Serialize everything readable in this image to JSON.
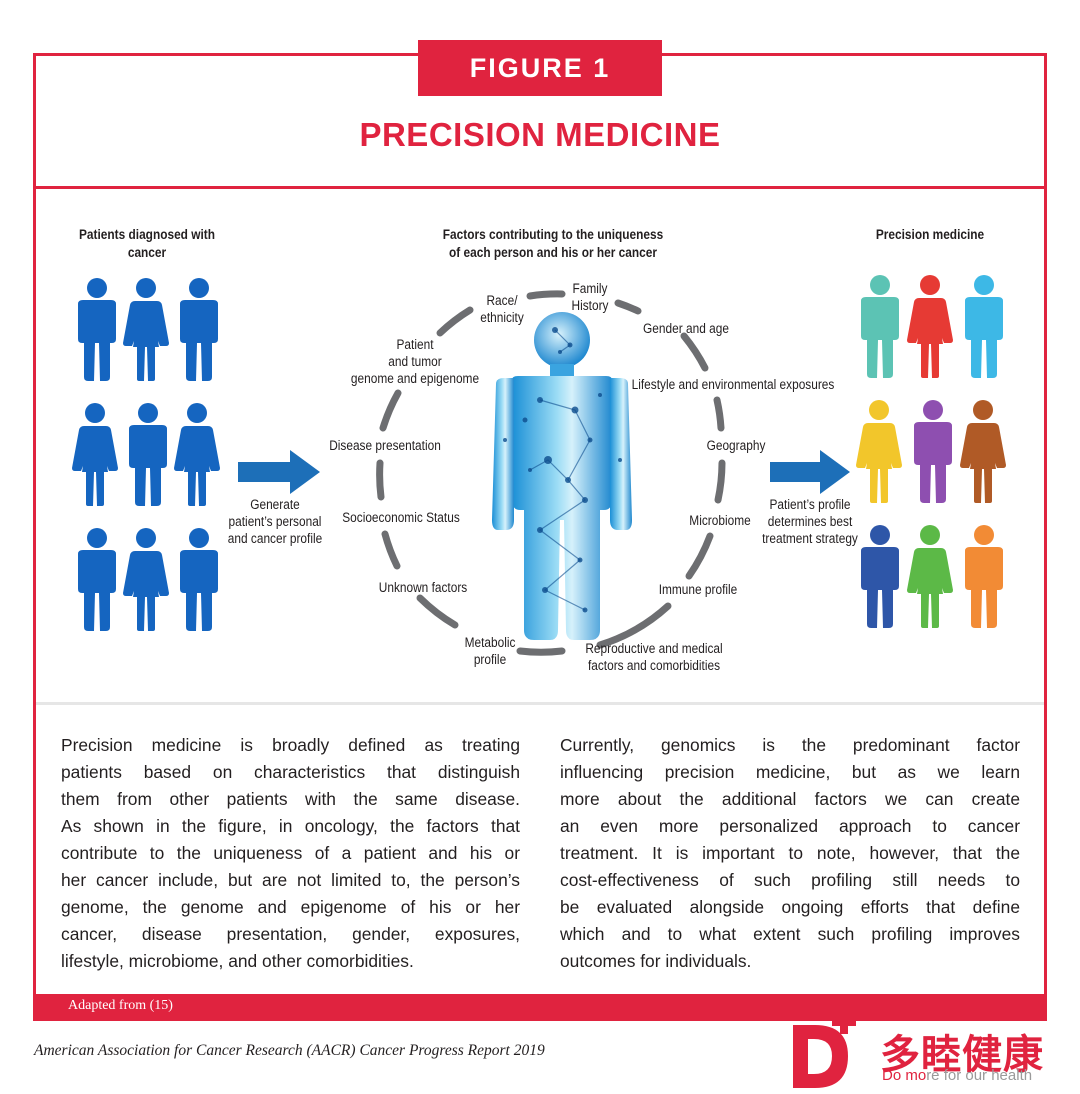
{
  "figure_label": "FIGURE 1",
  "title": "PRECISION MEDICINE",
  "columns": {
    "left": "Patients diagnosed with cancer",
    "center_line1": "Factors contributing to the uniqueness",
    "center_line2": "of each person and his or her cancer",
    "right": "Precision medicine"
  },
  "arrows": {
    "left_line1": "Generate",
    "left_line2": "patient’s personal",
    "left_line3": "and cancer profile",
    "right_line1": "Patient’s profile",
    "right_line2": "determines best",
    "right_line3": "treatment strategy"
  },
  "factors": {
    "family_history_1": "Family",
    "family_history_2": "History",
    "race_1": "Race/",
    "race_2": "ethnicity",
    "gender_age": "Gender and age",
    "patient_genome_1": "Patient",
    "patient_genome_2": "and tumor",
    "patient_genome_3": "genome and epigenome",
    "lifestyle": "Lifestyle and environmental exposures",
    "disease_presentation": "Disease presentation",
    "geography": "Geography",
    "socioeconomic": "Socioeconomic Status",
    "microbiome": "Microbiome",
    "unknown": "Unknown factors",
    "immune": "Immune profile",
    "metabolic_1": "Metabolic",
    "metabolic_2": "profile",
    "reproductive_1": "Reproductive and medical",
    "reproductive_2": "factors and comorbidities"
  },
  "paragraphs": {
    "left": [
      "Precision medicine is broadly defined as treating",
      "patients based on characteristics that distinguish",
      "them from other patients with the same disease.",
      "As shown in the figure, in oncology, the factors that",
      "contribute to the uniqueness of a patient and his or",
      "her cancer include, but are not limited to, the person’s",
      "genome, the genome and epigenome of his or her",
      "cancer, disease presentation, gender, exposures,",
      "lifestyle, microbiome, and other comorbidities."
    ],
    "right": [
      "Currently, genomics is the predominant factor",
      "influencing precision medicine, but as we learn",
      "more about the additional factors we can create",
      "an even more personalized approach to cancer",
      "treatment. It is important to note, however, that the",
      "cost-effectiveness of such profiling still needs to",
      "be evaluated alongside ongoing efforts that define",
      "which and to what extent such profiling improves",
      "outcomes for individuals."
    ]
  },
  "footer": {
    "adapted": "Adapted from (15)",
    "source": "American Association for Cancer Research (AACR) Cancer Progress Report 2019"
  },
  "logo": {
    "cn": "多睦健康",
    "en_do": "Do ",
    "en_mo": "mo",
    "en_rest": "re for our health"
  },
  "colors": {
    "brand_red": "#e0233f",
    "patient_blue": "#1565c0",
    "arrow_blue": "#1d6fb8",
    "ring_gray": "#6d6e71",
    "precision_palette": [
      "#5cc3b4",
      "#e63a34",
      "#3db8e6",
      "#f2c62b",
      "#8e4fb0",
      "#b05a26",
      "#2e56a8",
      "#5cb947",
      "#f28b35"
    ]
  }
}
